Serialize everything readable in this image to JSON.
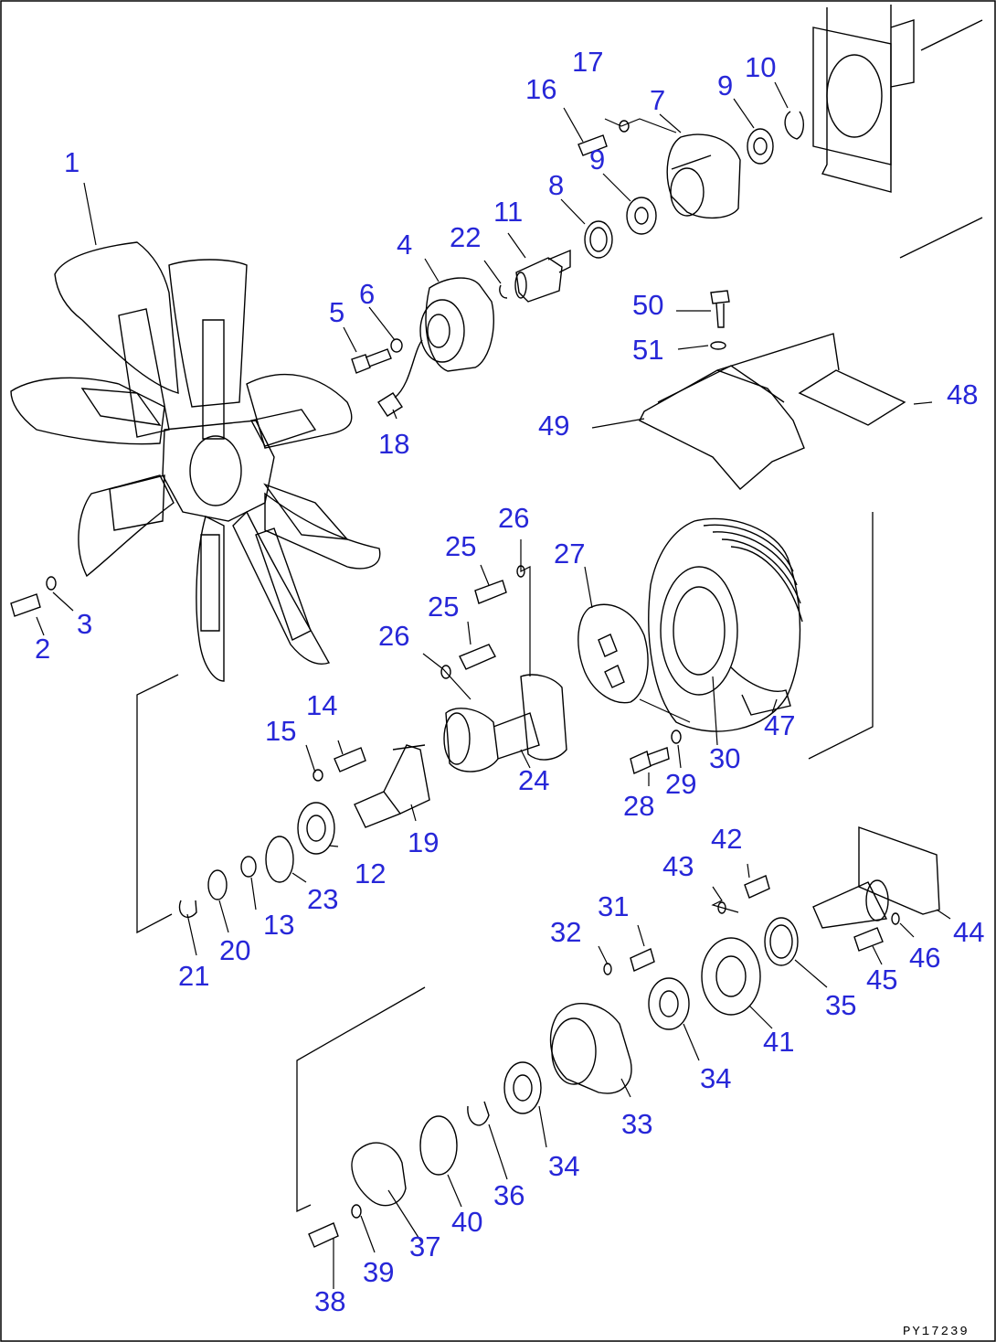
{
  "drawing_code": "PY17239",
  "callouts": [
    {
      "id": "c1",
      "text": "1"
    },
    {
      "id": "c2",
      "text": "2"
    },
    {
      "id": "c3",
      "text": "3"
    },
    {
      "id": "c4",
      "text": "4"
    },
    {
      "id": "c5",
      "text": "5"
    },
    {
      "id": "c6",
      "text": "6"
    },
    {
      "id": "c7",
      "text": "7"
    },
    {
      "id": "c8",
      "text": "8"
    },
    {
      "id": "c9a",
      "text": "9"
    },
    {
      "id": "c9b",
      "text": "9"
    },
    {
      "id": "c10",
      "text": "10"
    },
    {
      "id": "c11",
      "text": "11"
    },
    {
      "id": "c12",
      "text": "12"
    },
    {
      "id": "c13",
      "text": "13"
    },
    {
      "id": "c14",
      "text": "14"
    },
    {
      "id": "c15",
      "text": "15"
    },
    {
      "id": "c16",
      "text": "16"
    },
    {
      "id": "c17",
      "text": "17"
    },
    {
      "id": "c18",
      "text": "18"
    },
    {
      "id": "c19",
      "text": "19"
    },
    {
      "id": "c20",
      "text": "20"
    },
    {
      "id": "c21",
      "text": "21"
    },
    {
      "id": "c22",
      "text": "22"
    },
    {
      "id": "c23",
      "text": "23"
    },
    {
      "id": "c24",
      "text": "24"
    },
    {
      "id": "c25a",
      "text": "25"
    },
    {
      "id": "c25b",
      "text": "25"
    },
    {
      "id": "c26a",
      "text": "26"
    },
    {
      "id": "c26b",
      "text": "26"
    },
    {
      "id": "c27",
      "text": "27"
    },
    {
      "id": "c28",
      "text": "28"
    },
    {
      "id": "c29",
      "text": "29"
    },
    {
      "id": "c30",
      "text": "30"
    },
    {
      "id": "c31",
      "text": "31"
    },
    {
      "id": "c32",
      "text": "32"
    },
    {
      "id": "c33",
      "text": "33"
    },
    {
      "id": "c34a",
      "text": "34"
    },
    {
      "id": "c34b",
      "text": "34"
    },
    {
      "id": "c35",
      "text": "35"
    },
    {
      "id": "c36",
      "text": "36"
    },
    {
      "id": "c37",
      "text": "37"
    },
    {
      "id": "c38",
      "text": "38"
    },
    {
      "id": "c39",
      "text": "39"
    },
    {
      "id": "c40",
      "text": "40"
    },
    {
      "id": "c41",
      "text": "41"
    },
    {
      "id": "c42",
      "text": "42"
    },
    {
      "id": "c43",
      "text": "43"
    },
    {
      "id": "c44",
      "text": "44"
    },
    {
      "id": "c45",
      "text": "45"
    },
    {
      "id": "c46",
      "text": "46"
    },
    {
      "id": "c47",
      "text": "47"
    },
    {
      "id": "c48",
      "text": "48"
    },
    {
      "id": "c49",
      "text": "49"
    },
    {
      "id": "c50",
      "text": "50"
    },
    {
      "id": "c51",
      "text": "51"
    }
  ]
}
